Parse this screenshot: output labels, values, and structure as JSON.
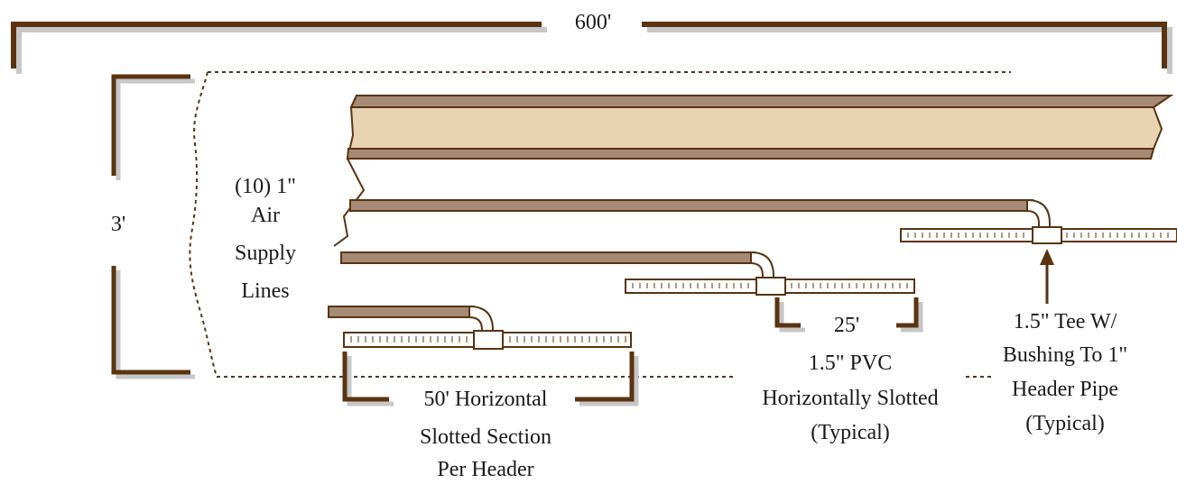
{
  "colors": {
    "bracket": "#5a3410",
    "shadow": "#c7c7c7",
    "pipe_outline": "#5a3410",
    "pipe_top": "#a58a76",
    "big_pipe_fill": "#e8d4b3",
    "slotted_fill": "#ffffff"
  },
  "labels": {
    "total_length": "600'",
    "height": "3'",
    "supply_lines": [
      "(10) 1\"",
      "Air",
      "Supply",
      "Lines"
    ],
    "section_length": "25'",
    "horizontal_section": [
      "50' Horizontal",
      "Slotted Section",
      "Per Header"
    ],
    "pvc_note": [
      "1.5\" PVC",
      "Horizontally Slotted",
      "(Typical)"
    ],
    "tee_note": [
      "1.5\" Tee W/",
      "Bushing To 1\"",
      "Header Pipe",
      "(Typical)"
    ]
  }
}
